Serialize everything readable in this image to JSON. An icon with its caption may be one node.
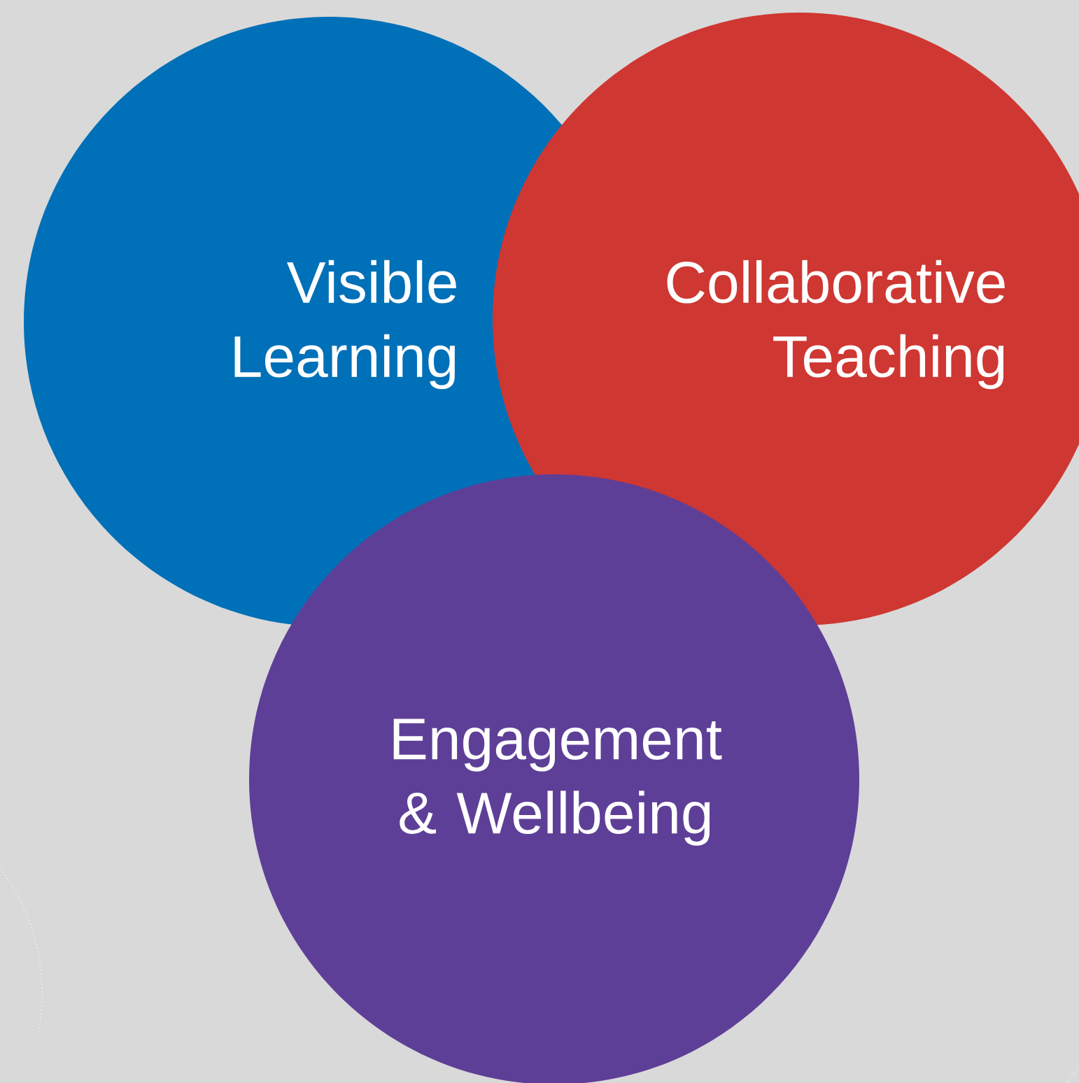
{
  "diagram": {
    "nodes": [
      {
        "text": [
          "Visible Learning"
        ]
      },
      {
        "text": [
          "Collaborative Teaching"
        ]
      },
      {
        "text": [
          "Engagement & Wellbeing"
        ]
      }
    ]
  }
}
